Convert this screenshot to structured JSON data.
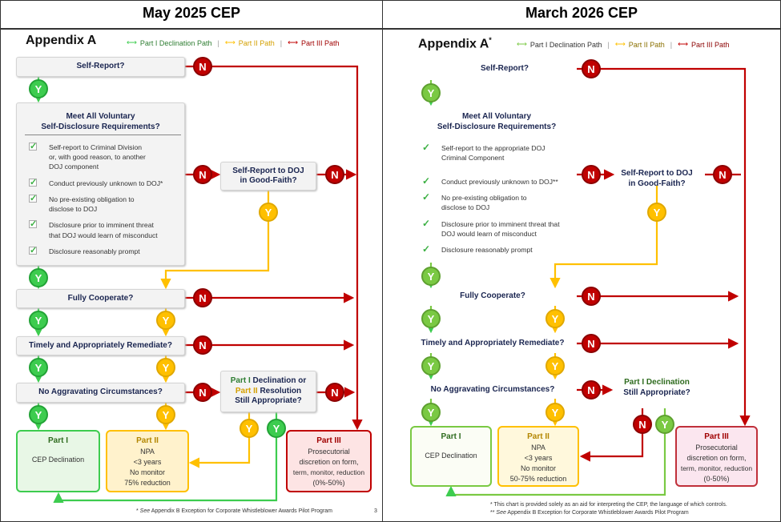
{
  "left": {
    "title": "May 2025 CEP",
    "appendix": "Appendix A",
    "legend": {
      "part1": "Part I Declination Path",
      "part2": "Part II Path",
      "part3": "Part III Path"
    },
    "self_report": "Self-Report?",
    "vsd_title_1": "Meet All Voluntary",
    "vsd_title_2": "Self-Disclosure Requirements?",
    "vsd_items": [
      "Self-report to Criminal Division",
      "or, with good reason, to another",
      "DOJ component",
      "Conduct previously unknown to DOJ*",
      "No pre-existing obligation to",
      "disclose to DOJ",
      "Disclosure prior to imminent threat",
      "that DOJ would learn of misconduct",
      "Disclosure reasonably prompt"
    ],
    "good_faith_1": "Self-Report to DOJ",
    "good_faith_2": "in Good-Faith?",
    "cooperate": "Fully Cooperate?",
    "remediate": "Timely and Appropriately Remediate?",
    "aggravating": "No Aggravating Circumstances?",
    "still_1a": "Part I",
    "still_1b": " Declination or",
    "still_2a": "Part II",
    "still_2b": " Resolution",
    "still_3": "Still Appropriate?",
    "part1": {
      "title": "Part I",
      "lines": [
        "CEP Declination"
      ]
    },
    "part2": {
      "title": "Part II",
      "lines": [
        "NPA",
        "<3 years",
        "No monitor",
        "75% reduction"
      ]
    },
    "part3": {
      "title": "Part III",
      "lines": [
        "Prosecutorial",
        "discretion on form,",
        "term, monitor, reduction",
        "(0%-50%)"
      ]
    },
    "footnote_mark": "* ",
    "footnote_see": "See",
    "footnote": " Appendix B Exception for Corporate Whistleblower Awards Pilot Program",
    "page": "3"
  },
  "right": {
    "title": "March 2026 CEP",
    "appendix": "Appendix A",
    "appendix_mark": "*",
    "legend": {
      "part1": "Part I Declination Path",
      "part2": "Part II Path",
      "part3": "Part III Path"
    },
    "self_report": "Self-Report?",
    "vsd_title_1": "Meet All Voluntary",
    "vsd_title_2": "Self-Disclosure Requirements?",
    "vsd_items": [
      "Self-report to the appropriate DOJ",
      "Criminal Component",
      "Conduct previously unknown to DOJ**",
      "No pre-existing obligation to",
      "disclose to DOJ",
      "Disclosure prior to imminent threat that",
      "DOJ would learn of misconduct",
      "Disclosure reasonably prompt"
    ],
    "good_faith_1": "Self-Report to DOJ",
    "good_faith_2": "in Good-Faith?",
    "cooperate": "Fully Cooperate?",
    "remediate": "Timely and Appropriately Remediate?",
    "aggravating": "No Aggravating Circumstances?",
    "still_1a": "Part I",
    "still_1b": " Declination",
    "still_3": "Still Appropriate?",
    "part1": {
      "title": "Part I",
      "lines": [
        "CEP Declination"
      ]
    },
    "part2": {
      "title": "Part II",
      "lines": [
        "NPA",
        "<3 years",
        "No monitor",
        "50-75% reduction"
      ]
    },
    "part3": {
      "title": "Part III",
      "lines": [
        "Prosecutorial",
        "discretion on form,",
        "term, monitor, reduction",
        "(0-50%)"
      ]
    },
    "footnote1": "*   This chart is provided solely as an aid for interpreting the CEP, the language of which controls.",
    "footnote2_mark": "** ",
    "footnote2_see": "See",
    "footnote2": " Appendix B Exception for Corporate Whistleblower Awards Pilot Program"
  },
  "labels": {
    "yes": "Y",
    "no": "N"
  },
  "colors": {
    "green": "#3dcc4f",
    "yellow": "#ffc000",
    "red": "#c00000",
    "navy": "#1a2550"
  }
}
